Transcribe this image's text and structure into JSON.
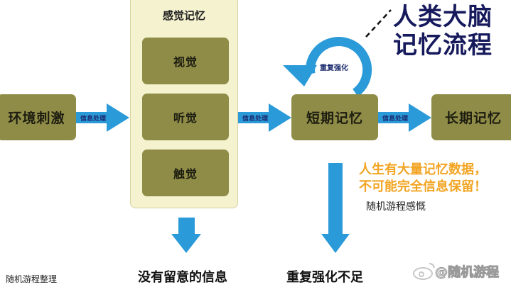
{
  "title": {
    "line1": "人类大脑",
    "line2": "记忆流程"
  },
  "nodes": {
    "stimulus": "环境刺激",
    "sensory_memory": {
      "title": "感觉记忆",
      "items": [
        "视觉",
        "听觉",
        "触觉"
      ]
    },
    "short_term": "短期记忆",
    "long_term": "长期记忆"
  },
  "arrows": {
    "process_1": "信息处理",
    "process_2": "信息处理",
    "process_3": "信息处理",
    "loop": "重复强化"
  },
  "outcomes": {
    "sensory_loss": "没有留意的信息",
    "short_term_loss": "重复强化不足"
  },
  "notes": {
    "orange_line1": "人生有大量记忆数据，",
    "orange_line2": "不可能完全信息保留！",
    "comment": "随机游程感慨",
    "credit": "随机游程整理",
    "watermark": "@随机游程"
  },
  "colors": {
    "box": "#8f8c47",
    "arrow": "#2b9ad8",
    "title": "#161a5c",
    "orange": "#f2a422"
  }
}
